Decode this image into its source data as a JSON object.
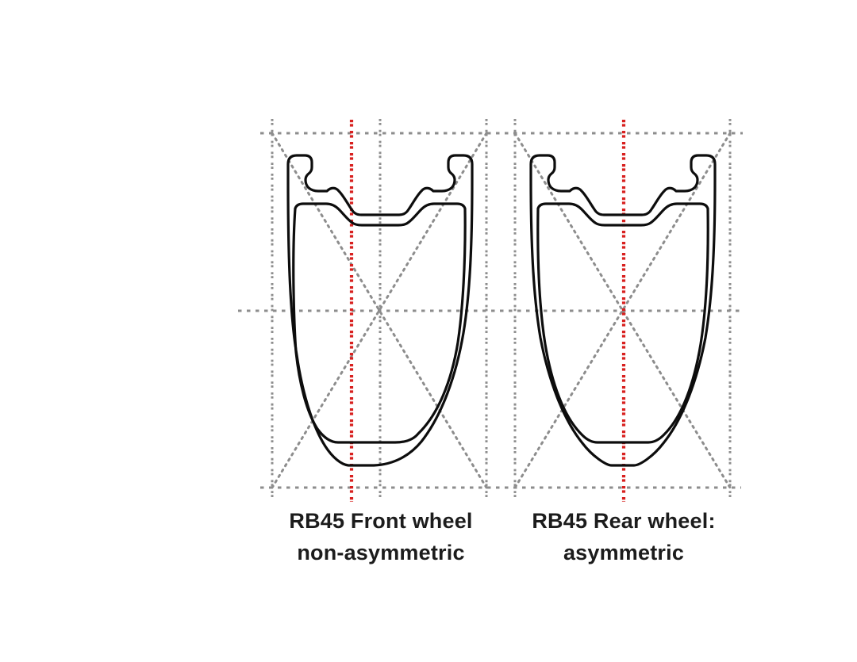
{
  "colors": {
    "background": "#ffffff",
    "accent-red": "#d8201f",
    "guide-gray": "#8d8d8d",
    "line-black": "#0d0d0d",
    "text": "#1c1c1c"
  },
  "captions": {
    "front": {
      "line1": "RB45 Front wheel",
      "line2": "non-asymmetric"
    },
    "rear": {
      "line1": "RB45 Rear wheel:",
      "line2": "asymmetric"
    }
  }
}
